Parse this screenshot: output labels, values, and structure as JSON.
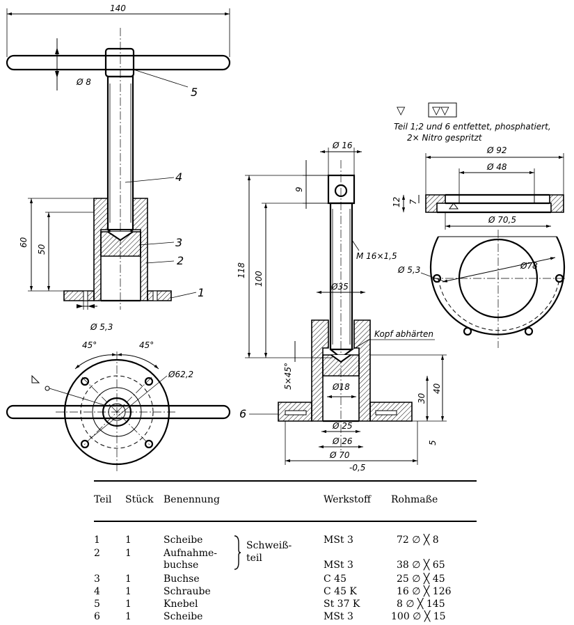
{
  "drawing": {
    "top_view": {
      "dim_140": "140",
      "dim_d8": "Ø 8",
      "dim_60": "60",
      "dim_50": "50",
      "dim_d53": "Ø 5,3",
      "dim_45a": "45°",
      "dim_45b": "45°",
      "dim_d622": "Ø62,2",
      "callouts": [
        "5",
        "4",
        "3",
        "2",
        "1"
      ]
    },
    "section_view": {
      "dim_d16": "Ø 16",
      "dim_9": "9",
      "dim_118": "118",
      "dim_100": "100",
      "dim_m16": "M 16×1,5",
      "dim_d35": "Ø35",
      "dim_5x45": "5×45°",
      "dim_d18": "Ø18",
      "dim_30": "30",
      "dim_40": "40",
      "dim_5": "5",
      "dim_d25": "Ø 25",
      "dim_d26": "Ø 26",
      "dim_d70": "Ø 70",
      "dim_05": "-0,5",
      "kopf": "Kopf abhärten",
      "callout_6": "6"
    },
    "disc_view": {
      "surface_symbol": "▽",
      "surface_symbol_box": "▽▽",
      "note_line1": "Teil 1;2 und 6 entfettet, phosphatiert,",
      "note_line2": "2× Nitro gespritzt",
      "dim_d92": "Ø 92",
      "dim_d48": "Ø 48",
      "dim_12": "12",
      "dim_7": "7",
      "dim_d705": "Ø 70,5",
      "dim_d53": "Ø 5,3",
      "dim_d78": "Ø78"
    }
  },
  "parts_list": {
    "headers": [
      "Teil",
      "Stück",
      "Benennung",
      "Werkstoff",
      "Rohmaße"
    ],
    "weld_note": [
      "Schweiß-",
      "teil"
    ],
    "rows": [
      {
        "teil": "1",
        "stueck": "1",
        "benennung": [
          "Scheibe"
        ],
        "werkstoff": "MSt 3",
        "rohmasse": "72 ∅ ╳ 8"
      },
      {
        "teil": "2",
        "stueck": "1",
        "benennung": [
          "Aufnahme-",
          "buchse"
        ],
        "werkstoff": "MSt 3",
        "rohmasse": "38 ∅ ╳ 65"
      },
      {
        "teil": "3",
        "stueck": "1",
        "benennung": [
          "Buchse"
        ],
        "werkstoff": "C 45",
        "rohmasse": "25 ∅ ╳ 45"
      },
      {
        "teil": "4",
        "stueck": "1",
        "benennung": [
          "Schraube"
        ],
        "werkstoff": "C 45 K",
        "rohmasse": "16 ∅ ╳ 126"
      },
      {
        "teil": "5",
        "stueck": "1",
        "benennung": [
          "Knebel"
        ],
        "werkstoff": "St 37 K",
        "rohmasse": "8 ∅ ╳ 145"
      },
      {
        "teil": "6",
        "stueck": "1",
        "benennung": [
          "Scheibe"
        ],
        "werkstoff": "MSt 3",
        "rohmasse": "100 ∅ ╳ 15"
      }
    ]
  }
}
